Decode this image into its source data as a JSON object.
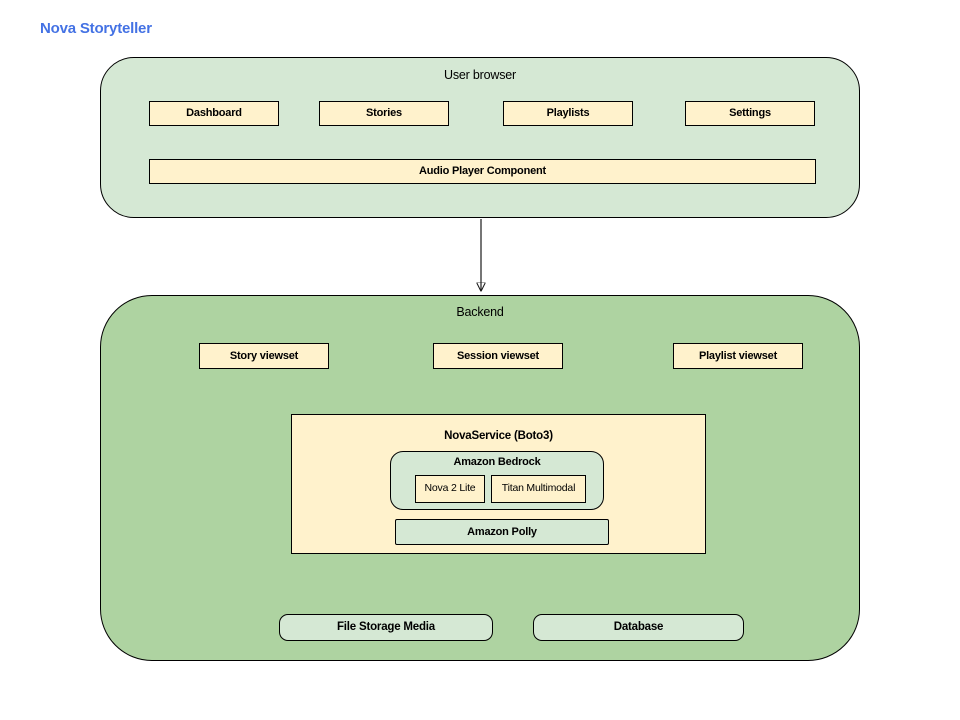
{
  "page_title": "Nova Storyteller",
  "colors": {
    "accent-blue": "#4472e4",
    "light-green": "#d5e8d4",
    "medium-green": "#aed3a1",
    "cream": "#fff2cc",
    "ink": "#1b1b1b"
  },
  "user_browser": {
    "label": "User browser",
    "nav": [
      "Dashboard",
      "Stories",
      "Playlists",
      "Settings"
    ],
    "audio_player": "Audio Player Component"
  },
  "backend": {
    "label": "Backend",
    "viewsets": [
      "Story viewset",
      "Session viewset",
      "Playlist viewset"
    ],
    "nova_service": {
      "label": "NovaService (Boto3)",
      "bedrock": {
        "label": "Amazon Bedrock",
        "models": [
          "Nova 2 Lite",
          "Titan Multimodal"
        ]
      },
      "polly": "Amazon Polly"
    },
    "storage": [
      "File Storage Media",
      "Database"
    ]
  }
}
